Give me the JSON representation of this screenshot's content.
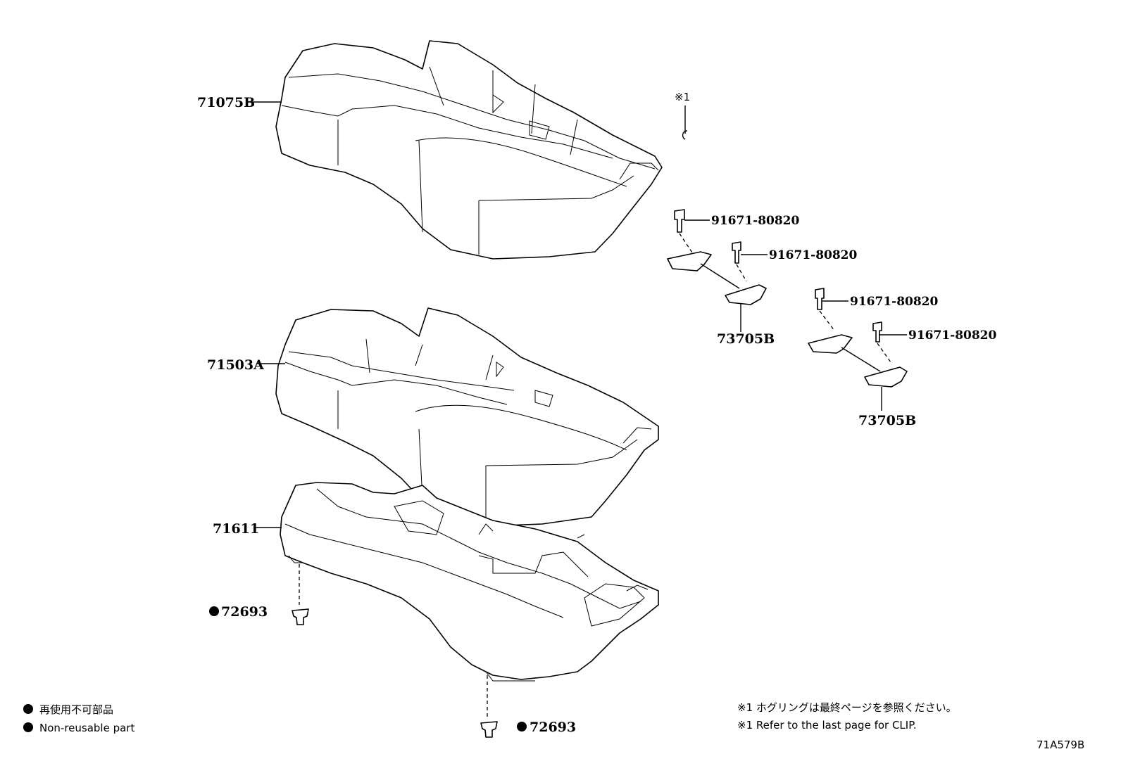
{
  "callouts": {
    "seat_cover": "71075B",
    "seat_pad": "71503A",
    "seat_frame": "71611",
    "clip_left": "72693",
    "clip_bottom": "72693",
    "bolt_1": "91671-80820",
    "bolt_2": "91671-80820",
    "bolt_3": "91671-80820",
    "bolt_4": "91671-80820",
    "hook_1": "73705B",
    "hook_2": "73705B",
    "ref_mark": "※1"
  },
  "legend": {
    "jp": "再使用不可部品",
    "en": "Non-reusable part"
  },
  "notes": {
    "jp": "※1 ホグリングは最終ページを参照ください。",
    "en": "※1 Refer to the last page for CLIP."
  },
  "diagram_id": "71A579B",
  "icons": {
    "bullet": "filled-circle"
  }
}
